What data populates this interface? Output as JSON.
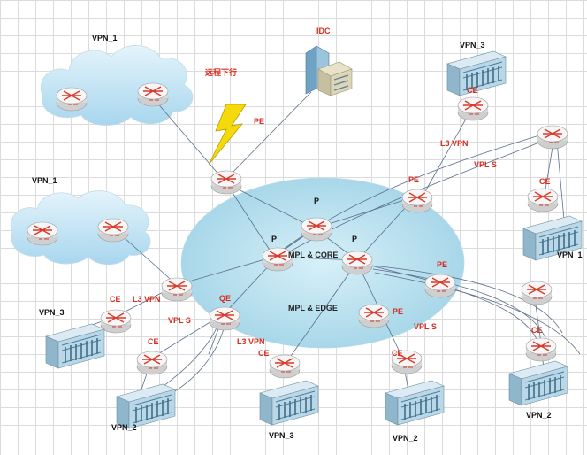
{
  "colors": {
    "cloud": "#bfe3f5",
    "core": "#a9daea",
    "router_top": "#f4f4f4",
    "router_side": "#d6d6d6",
    "router_arrow": "#d93a2b",
    "server_body": "#9fc3d6",
    "server_front": "#e6f1f7",
    "line": "#5a6f8a",
    "label_red": "#d62b1f",
    "bolt": "#f5d90a"
  },
  "labels": {
    "vpn1_top": "VPN_1",
    "vpn1_left": "VPN_1",
    "vpn3_topright": "VPN_3",
    "vpn1_right": "VPN_1",
    "vpn3_left": "VPN_3",
    "vpn2_bottom_left": "VPN_2",
    "vpn3_bottom": "VPN_3",
    "vpn2_bottom": "VPN_2",
    "vpn2_right": "VPN_2",
    "idc": "IDC",
    "lightning_text": "远程下行",
    "pe_top": "PE",
    "pe_mid": "PE",
    "pe_right": "PE",
    "pe_low": "PE",
    "p_top": "P",
    "p_left": "P",
    "p_right": "P",
    "ce_top": "CE",
    "ce_right": "CE",
    "ce_left": "CE",
    "ce_bl": "CE",
    "ce_bottom": "CE",
    "ce_b2": "CE",
    "ce_br": "CE",
    "qe": "QE",
    "l3vpn_top": "L3 VPN",
    "vpls_top": "VPL S",
    "l3vpn_left": "L3 VPN",
    "vpls_left": "VPL S",
    "l3vpn_bottom": "L3 VPN",
    "vpls_right": "VPL S",
    "core_label": "MPL & CORE",
    "edge_label": "MPL & EDGE"
  }
}
